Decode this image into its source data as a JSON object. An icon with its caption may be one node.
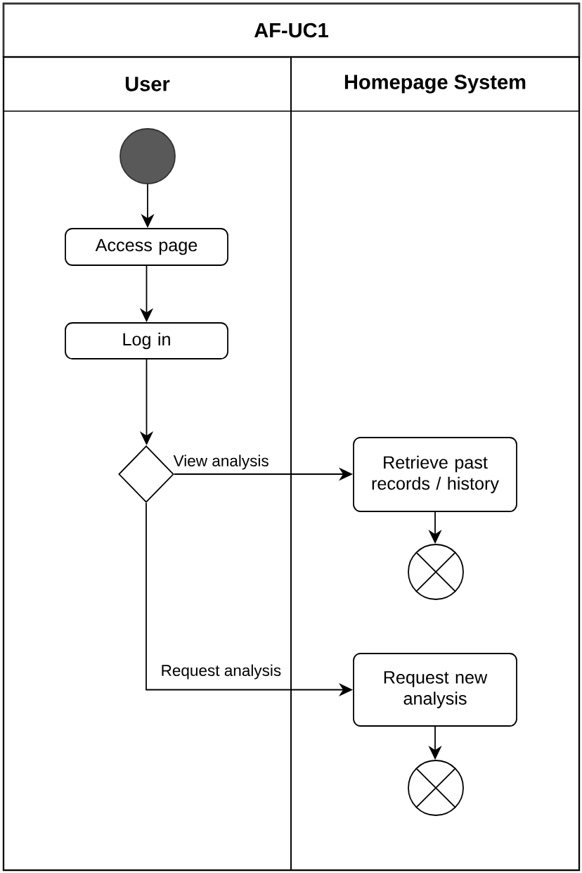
{
  "diagram": {
    "nodes": [
      {
        "text": [
          "AF-UC1"
        ]
      },
      {
        "text": [
          "User"
        ],
        "in": 0
      },
      {
        "text": [
          "Homepage System"
        ],
        "in": 0
      },
      {
        "text": [],
        "shape": "circle",
        "in": 1
      },
      {
        "text": [
          "Access page"
        ],
        "in": 1
      },
      {
        "text": [
          "Log in"
        ],
        "in": 1
      },
      {
        "text": [],
        "shape": "diamond",
        "in": 1
      },
      {
        "text": [
          "Retrieve past records / history"
        ],
        "in": 2
      },
      {
        "text": [],
        "shape": "circle",
        "in": 2
      },
      {
        "text": [
          "Request new analysis"
        ],
        "in": 2
      },
      {
        "text": [],
        "shape": "circle",
        "in": 2
      }
    ],
    "edges": [
      {
        "from": 3,
        "to": 4,
        "arrow": "to"
      },
      {
        "from": 4,
        "to": 5,
        "arrow": "to"
      },
      {
        "from": 5,
        "to": 6,
        "arrow": "to"
      },
      {
        "from": 6,
        "to": 7,
        "arrow": "to",
        "label": "View analysis"
      },
      {
        "from": 7,
        "to": 8,
        "arrow": "to"
      },
      {
        "from": 6,
        "to": 9,
        "arrow": "to",
        "label": "Request analysis"
      },
      {
        "from": 9,
        "to": 10,
        "arrow": "to"
      }
    ]
  }
}
